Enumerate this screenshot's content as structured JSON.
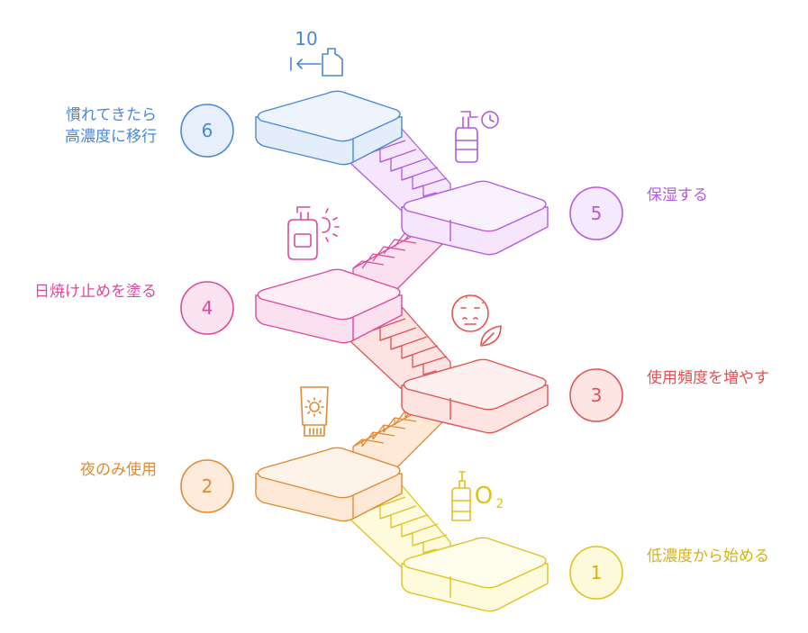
{
  "steps": [
    {
      "number": "1",
      "label": "低濃度から始める",
      "color": "#e0c21f",
      "fill": "#fdfbdc",
      "bg": "#fdfadb"
    },
    {
      "number": "2",
      "label": "夜のみ使用",
      "color": "#e08a33",
      "fill": "#fde9d6",
      "bg": "#fdecdc"
    },
    {
      "number": "3",
      "label": "使用頻度を増やす",
      "color": "#e45252",
      "fill": "#fde3e2",
      "bg": "#fde5e4"
    },
    {
      "number": "4",
      "label": "日焼け止めを塗る",
      "color": "#dc4a9c",
      "fill": "#fbe0ef",
      "bg": "#fce3f0"
    },
    {
      "number": "5",
      "label": "保湿する",
      "color": "#b25ae0",
      "fill": "#f5e6fd",
      "bg": "#f5e9fd"
    },
    {
      "number": "6",
      "label_lines": [
        "慣れてきたら",
        "高濃度に移行"
      ],
      "color": "#4a87d6",
      "fill": "#e4eefb",
      "bg": "#e7effb"
    }
  ],
  "icons": {
    "step1": "serum-bottle-oxygen-icon",
    "step2": "sunscreen-tube-icon",
    "step3": "face-leaf-icon",
    "step4": "pump-bottle-sun-icon",
    "step5": "spray-bottle-clock-icon",
    "step6": "bottle-arrow-ten-icon",
    "o2_text": "O",
    "o2_sub": "2",
    "ten_text": "10"
  }
}
